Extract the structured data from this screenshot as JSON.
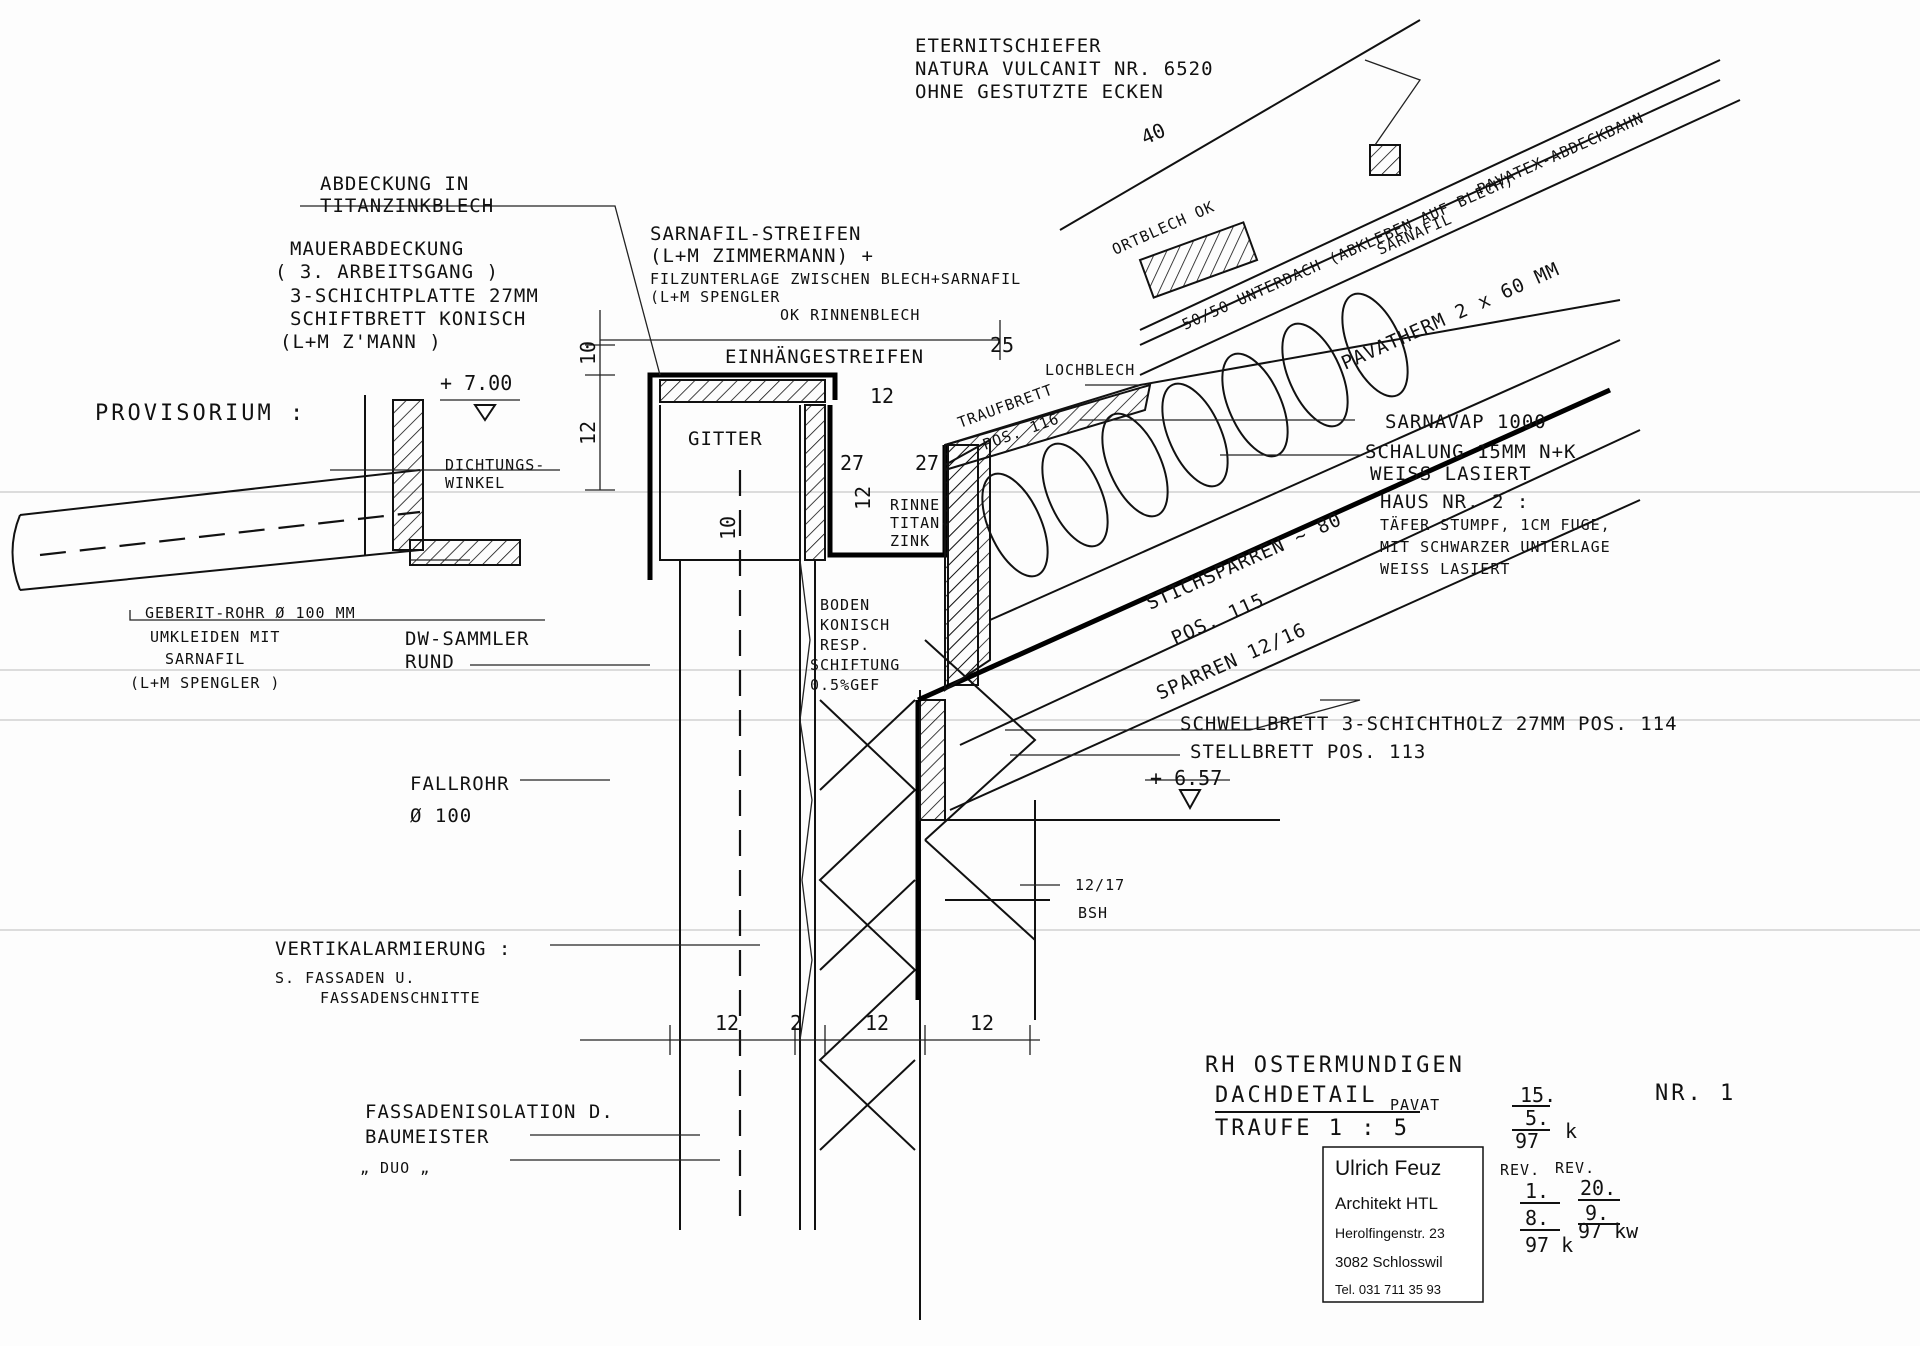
{
  "labels": {
    "eternit1": "ETERNITSCHIEFER",
    "eternit2": "NATURA VULCANIT NR. 6520",
    "eternit3": "OHNE GESTUTZTE ECKEN",
    "abdeckung1": "ABDECKUNG IN",
    "abdeckung2": "TITANZINKBLECH",
    "mauer1": "MAUERABDECKUNG",
    "mauer2": "( 3. ARBEITSGANG )",
    "mauer3": "3-SCHICHTPLATTE 27MM",
    "mauer4": "SCHIFTBRETT KONISCH",
    "mauer5": "(L+M Z'MANN )",
    "sarnafil1": "SARNAFIL-STREIFEN",
    "sarnafil2": "(L+M ZIMMERMANN) +",
    "sarnafil3": "FILZUNTERLAGE ZWISCHEN BLECH+SARNAFIL",
    "sarnafil4": "(L+M SPENGLER",
    "ok_rinnenblech": "OK RINNENBLECH",
    "einhaengestreifen": "EINHÄNGESTREIFEN",
    "provisorium": "PROVISORIUM :",
    "dichtungswinkel1": "DICHTUNGS-",
    "dichtungswinkel2": "WINKEL",
    "gitter": "GITTER",
    "rinne1": "RINNE",
    "rinne2": "TITAN-",
    "rinne3": "ZINK",
    "geberit1": "GEBERIT-ROHR Ø 100 MM",
    "geberit2": "UMKLEIDEN MIT",
    "geberit3": "SARNAFIL",
    "geberit4": "(L+M SPENGLER )",
    "dw_sammler1": "DW-SAMMLER",
    "dw_sammler2": "RUND",
    "boden1": "BODEN",
    "boden2": "KONISCH",
    "boden3": "RESP.",
    "boden4": "SCHIFTUNG",
    "boden5": "0.5%GEF",
    "fallrohr1": "FALLROHR",
    "fallrohr2": "Ø 100",
    "vertikal1": "VERTIKALARMIERUNG :",
    "vertikal2": "S. FASSADEN U.",
    "vertikal3": "FASSADENSCHNITTE",
    "fassade1": "FASSADENISOLATION D.",
    "fassade2": "BAUMEISTER",
    "fassade3": "„ DUO „",
    "ortblech": "ORTBLECH OK",
    "unterdach": "50/50 UNTERDACH (ABKLEBEN AUF BLECH)",
    "sarnafil_right": "SARNAFIL",
    "pavatex": "PAVATEX-ABDECKBAHN",
    "lochblech": "LOCHBLECH",
    "traufbrett1": "TRAUFBRETT",
    "traufbrett2": "POS. 116",
    "pavatherm": "PAVATHERM 2 x 60 MM",
    "sarnavap": "SARNAVAP 1000",
    "schalung1": "SCHALUNG 15MM N+K",
    "schalung2": "WEISS LASIERT",
    "haus1": "HAUS NR. 2 :",
    "haus2": "TÄFER STUMPF, 1CM FUGE,",
    "haus3": "MIT SCHWARZER UNTERLAGE",
    "haus4": "WEISS LASIERT",
    "stichsparren1": "STICHSPARREN ~ 80",
    "stichsparren2": "POS. 115",
    "sparren": "SPARREN   12/16",
    "schwellbrett": "SCHWELLBRETT 3-SCHICHTHOLZ 27MM POS. 114",
    "stellbrett": "STELLBRETT  POS. 113",
    "bsh1": "12/17",
    "bsh2": "BSH"
  },
  "dimensions": {
    "level_top": "+ 7.00",
    "level_bottom": "+ 6.57",
    "d40": "40",
    "d25": "25",
    "d10a": "10",
    "d12a": "12",
    "d12b": "12",
    "d27a": "27",
    "d27b": "27",
    "d12c": "12",
    "d10b": "10",
    "bottom_12a": "12",
    "bottom_2": "2",
    "bottom_12b": "12",
    "bottom_12c": "12"
  },
  "title_block": {
    "project": "RH OSTERMUNDIGEN",
    "subject": "DACHDETAIL",
    "subject_sub": "PAVAT",
    "scale": "TRAUFE   1 : 5",
    "sheet_no": "NR. 1",
    "date_day": "15.",
    "date_month": "5.",
    "date_year": "97",
    "date_init": "k",
    "rev_label1": "REV.",
    "rev_label2": "REV.",
    "rev1_day": "1.",
    "rev1_month": "8.",
    "rev1_year": "97 k",
    "rev2_day": "20.",
    "rev2_month": "9.",
    "rev2_year": "97 kw"
  },
  "stamp": {
    "name": "Ulrich Feuz",
    "title": "Architekt HTL",
    "street": "Herolfingenstr. 23",
    "city": "3082 Schlosswil",
    "phone": "Tel. 031 711 35 93"
  }
}
